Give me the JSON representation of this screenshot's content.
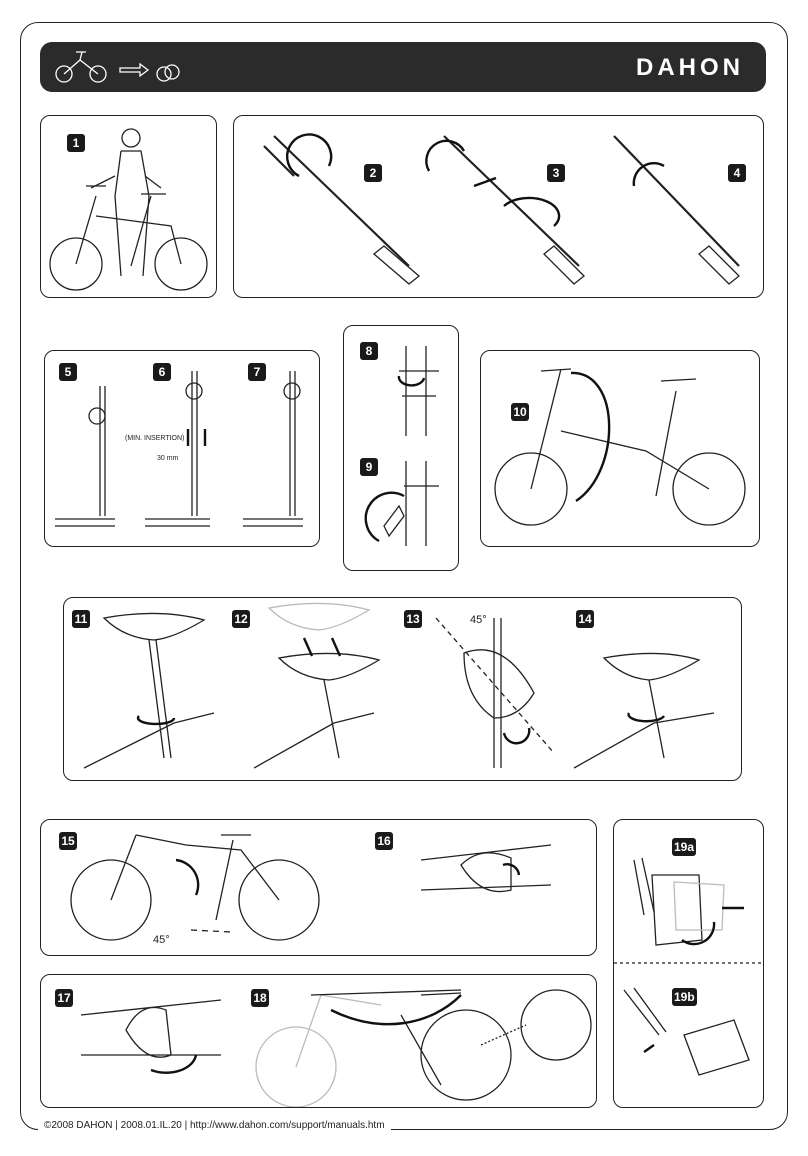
{
  "brand": {
    "logo_text": "DAHON"
  },
  "steps": {
    "s1": "1",
    "s2": "2",
    "s3": "3",
    "s4": "4",
    "s5": "5",
    "s6": "6",
    "s7": "7",
    "s8": "8",
    "s9": "9",
    "s10": "10",
    "s11": "11",
    "s12": "12",
    "s13": "13",
    "s14": "14",
    "s15": "15",
    "s16": "16",
    "s17": "17",
    "s18": "18",
    "s19a": "19a",
    "s19b": "19b"
  },
  "labels": {
    "min_insertion": "(MIN. INSERTION)",
    "mm30": "30 mm",
    "angle13": "45°",
    "angle15": "45°"
  },
  "footer": {
    "text": "©2008 DAHON  |  2008.01.IL.20  |  http://www.dahon.com/support/manuals.htm"
  },
  "colors": {
    "header_bg": "#2b2b2b",
    "step_bg": "#1a1a1a",
    "line": "#222222"
  }
}
